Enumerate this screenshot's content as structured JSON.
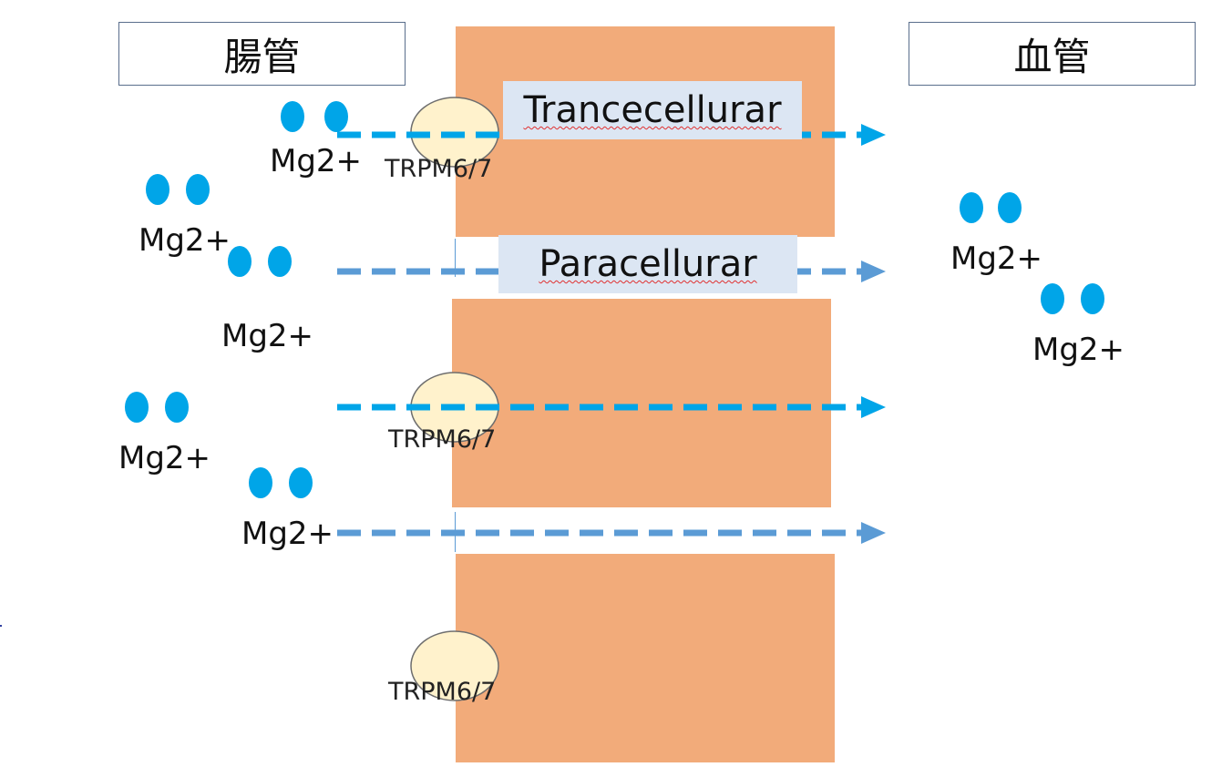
{
  "regions": {
    "intestine": "腸管",
    "blood_vessel": "血管"
  },
  "pathways": {
    "transcellular": "Trancecellurar",
    "paracellular": "Paracellurar"
  },
  "ion_label": "Mg2+",
  "channel_label": "TRPM6/7",
  "colors": {
    "cell": "#f2ab7a",
    "channel": "#fff2cc",
    "ion": "#00a5e8",
    "arrow_transcellular": "#00a5e8",
    "arrow_paracellular": "#5b9bd5",
    "label_bg": "#dce6f3"
  }
}
